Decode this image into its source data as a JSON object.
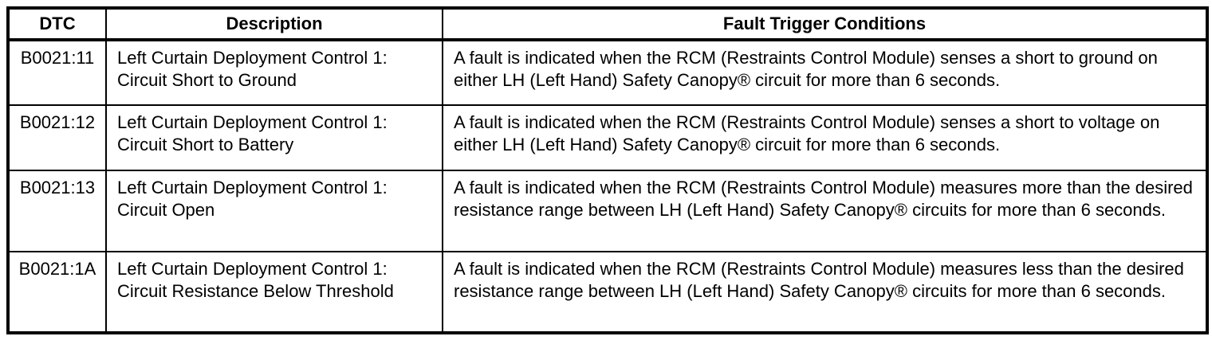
{
  "colors": {
    "border": "#000000",
    "background": "#ffffff",
    "text": "#000000"
  },
  "table": {
    "columns": [
      {
        "key": "dtc",
        "label": "DTC"
      },
      {
        "key": "description",
        "label": "Description"
      },
      {
        "key": "conditions",
        "label": "Fault Trigger Conditions"
      }
    ],
    "rows": [
      {
        "dtc": "B0021:11",
        "description": "Left Curtain Deployment Control 1: Circuit Short to Ground",
        "conditions": "A fault is indicated when the RCM (Restraints Control Module) senses a short to ground on either LH (Left Hand) Safety Canopy® circuit for more than 6 seconds."
      },
      {
        "dtc": "B0021:12",
        "description": "Left Curtain Deployment Control 1: Circuit Short to Battery",
        "conditions": "A fault is indicated when the RCM (Restraints Control Module) senses a short to voltage on either LH (Left Hand) Safety Canopy® circuit for more than 6 seconds."
      },
      {
        "dtc": "B0021:13",
        "description": "Left Curtain Deployment Control 1: Circuit Open",
        "conditions": "A fault is indicated when the RCM (Restraints Control Module) measures more than the desired resistance range between LH (Left Hand) Safety Canopy® circuits for more than 6 seconds."
      },
      {
        "dtc": "B0021:1A",
        "description": "Left Curtain Deployment Control 1: Circuit Resistance Below Threshold",
        "conditions": "A fault is indicated when the RCM (Restraints Control Module) measures less than the desired resistance range between LH (Left Hand) Safety Canopy® circuits for more than 6 seconds."
      }
    ]
  }
}
